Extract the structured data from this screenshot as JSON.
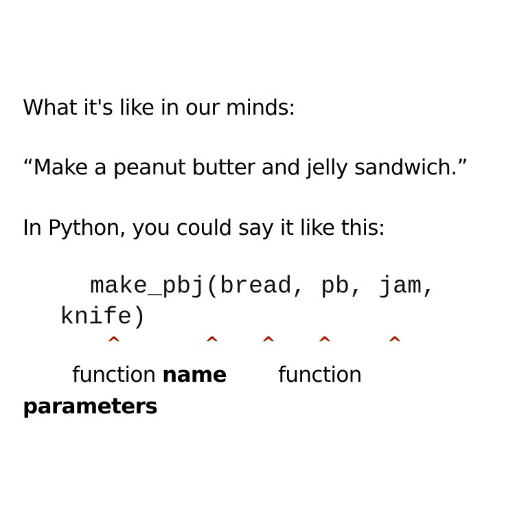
{
  "slide": {
    "line1": "What it's like in our minds:",
    "line2": "“Make a peanut butter and jelly sandwich.”",
    "line3": "In Python, you could say it like this:",
    "code_line1": "make_pbj(bread, pb, jam,",
    "code_line2": "knife)",
    "caret_symbol": "^",
    "caret_color": "#a61c00",
    "label_function_1": "function",
    "label_name": "name",
    "label_function_2": "function",
    "label_parameters": "parameters"
  }
}
